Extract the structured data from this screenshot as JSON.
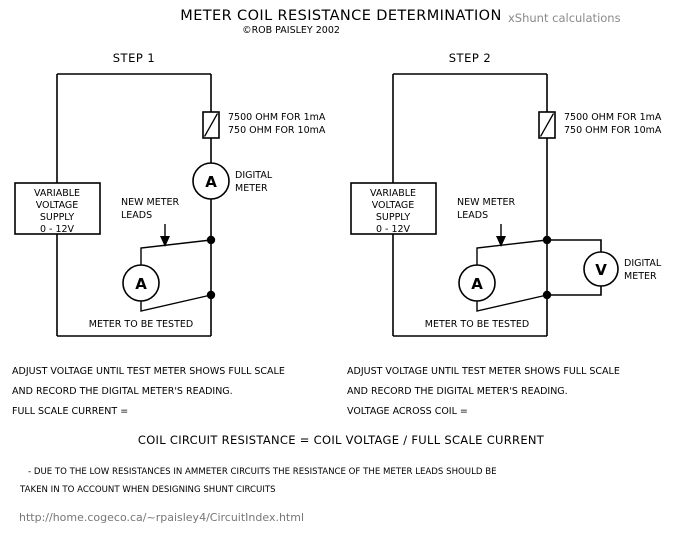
{
  "header": {
    "title": "METER COIL RESISTANCE DETERMINATION",
    "credit": "©ROB PAISLEY 2002",
    "corner_note": "xShunt calculations",
    "title_color": "#000000",
    "corner_color": "#8a8a8a"
  },
  "steps": [
    {
      "id": "step1",
      "heading": "STEP 1",
      "supply": {
        "line1": "VARIABLE",
        "line2": "VOLTAGE",
        "line3": "SUPPLY",
        "line4": "0 - 12V"
      },
      "resistor": {
        "line1": "7500 OHM FOR 1mA",
        "line2": "750 OHM FOR 10mA"
      },
      "digital_meter": {
        "symbol": "A",
        "line1": "DIGITAL",
        "line2": "METER"
      },
      "leads_label": {
        "line1": "NEW METER",
        "line2": "LEADS"
      },
      "test_meter": {
        "symbol": "A",
        "caption": "METER TO BE TESTED"
      },
      "instructions": [
        "ADJUST VOLTAGE UNTIL TEST METER SHOWS FULL SCALE",
        "AND RECORD THE DIGITAL METER'S READING.",
        "FULL SCALE CURRENT ="
      ]
    },
    {
      "id": "step2",
      "heading": "STEP 2",
      "supply": {
        "line1": "VARIABLE",
        "line2": "VOLTAGE",
        "line3": "SUPPLY",
        "line4": "0 - 12V"
      },
      "resistor": {
        "line1": "7500 OHM FOR 1mA",
        "line2": "750 OHM FOR 10mA"
      },
      "digital_meter": {
        "symbol": "V",
        "line1": "DIGITAL",
        "line2": "METER"
      },
      "leads_label": {
        "line1": "NEW METER",
        "line2": "LEADS"
      },
      "test_meter": {
        "symbol": "A",
        "caption": "METER TO BE TESTED"
      },
      "instructions": [
        "ADJUST VOLTAGE UNTIL TEST METER SHOWS FULL SCALE",
        "AND RECORD THE DIGITAL METER'S READING.",
        "VOLTAGE ACROSS COIL ="
      ]
    }
  ],
  "formula": "COIL CIRCUIT RESISTANCE = COIL VOLTAGE / FULL SCALE CURRENT",
  "footnote": [
    "- DUE TO THE LOW RESISTANCES IN AMMETER CIRCUITS THE RESISTANCE OF THE METER LEADS SHOULD BE",
    "TAKEN IN TO ACCOUNT WHEN DESIGNING SHUNT CIRCUITS"
  ],
  "url": "http://home.cogeco.ca/~rpaisley4/CircuitIndex.html"
}
